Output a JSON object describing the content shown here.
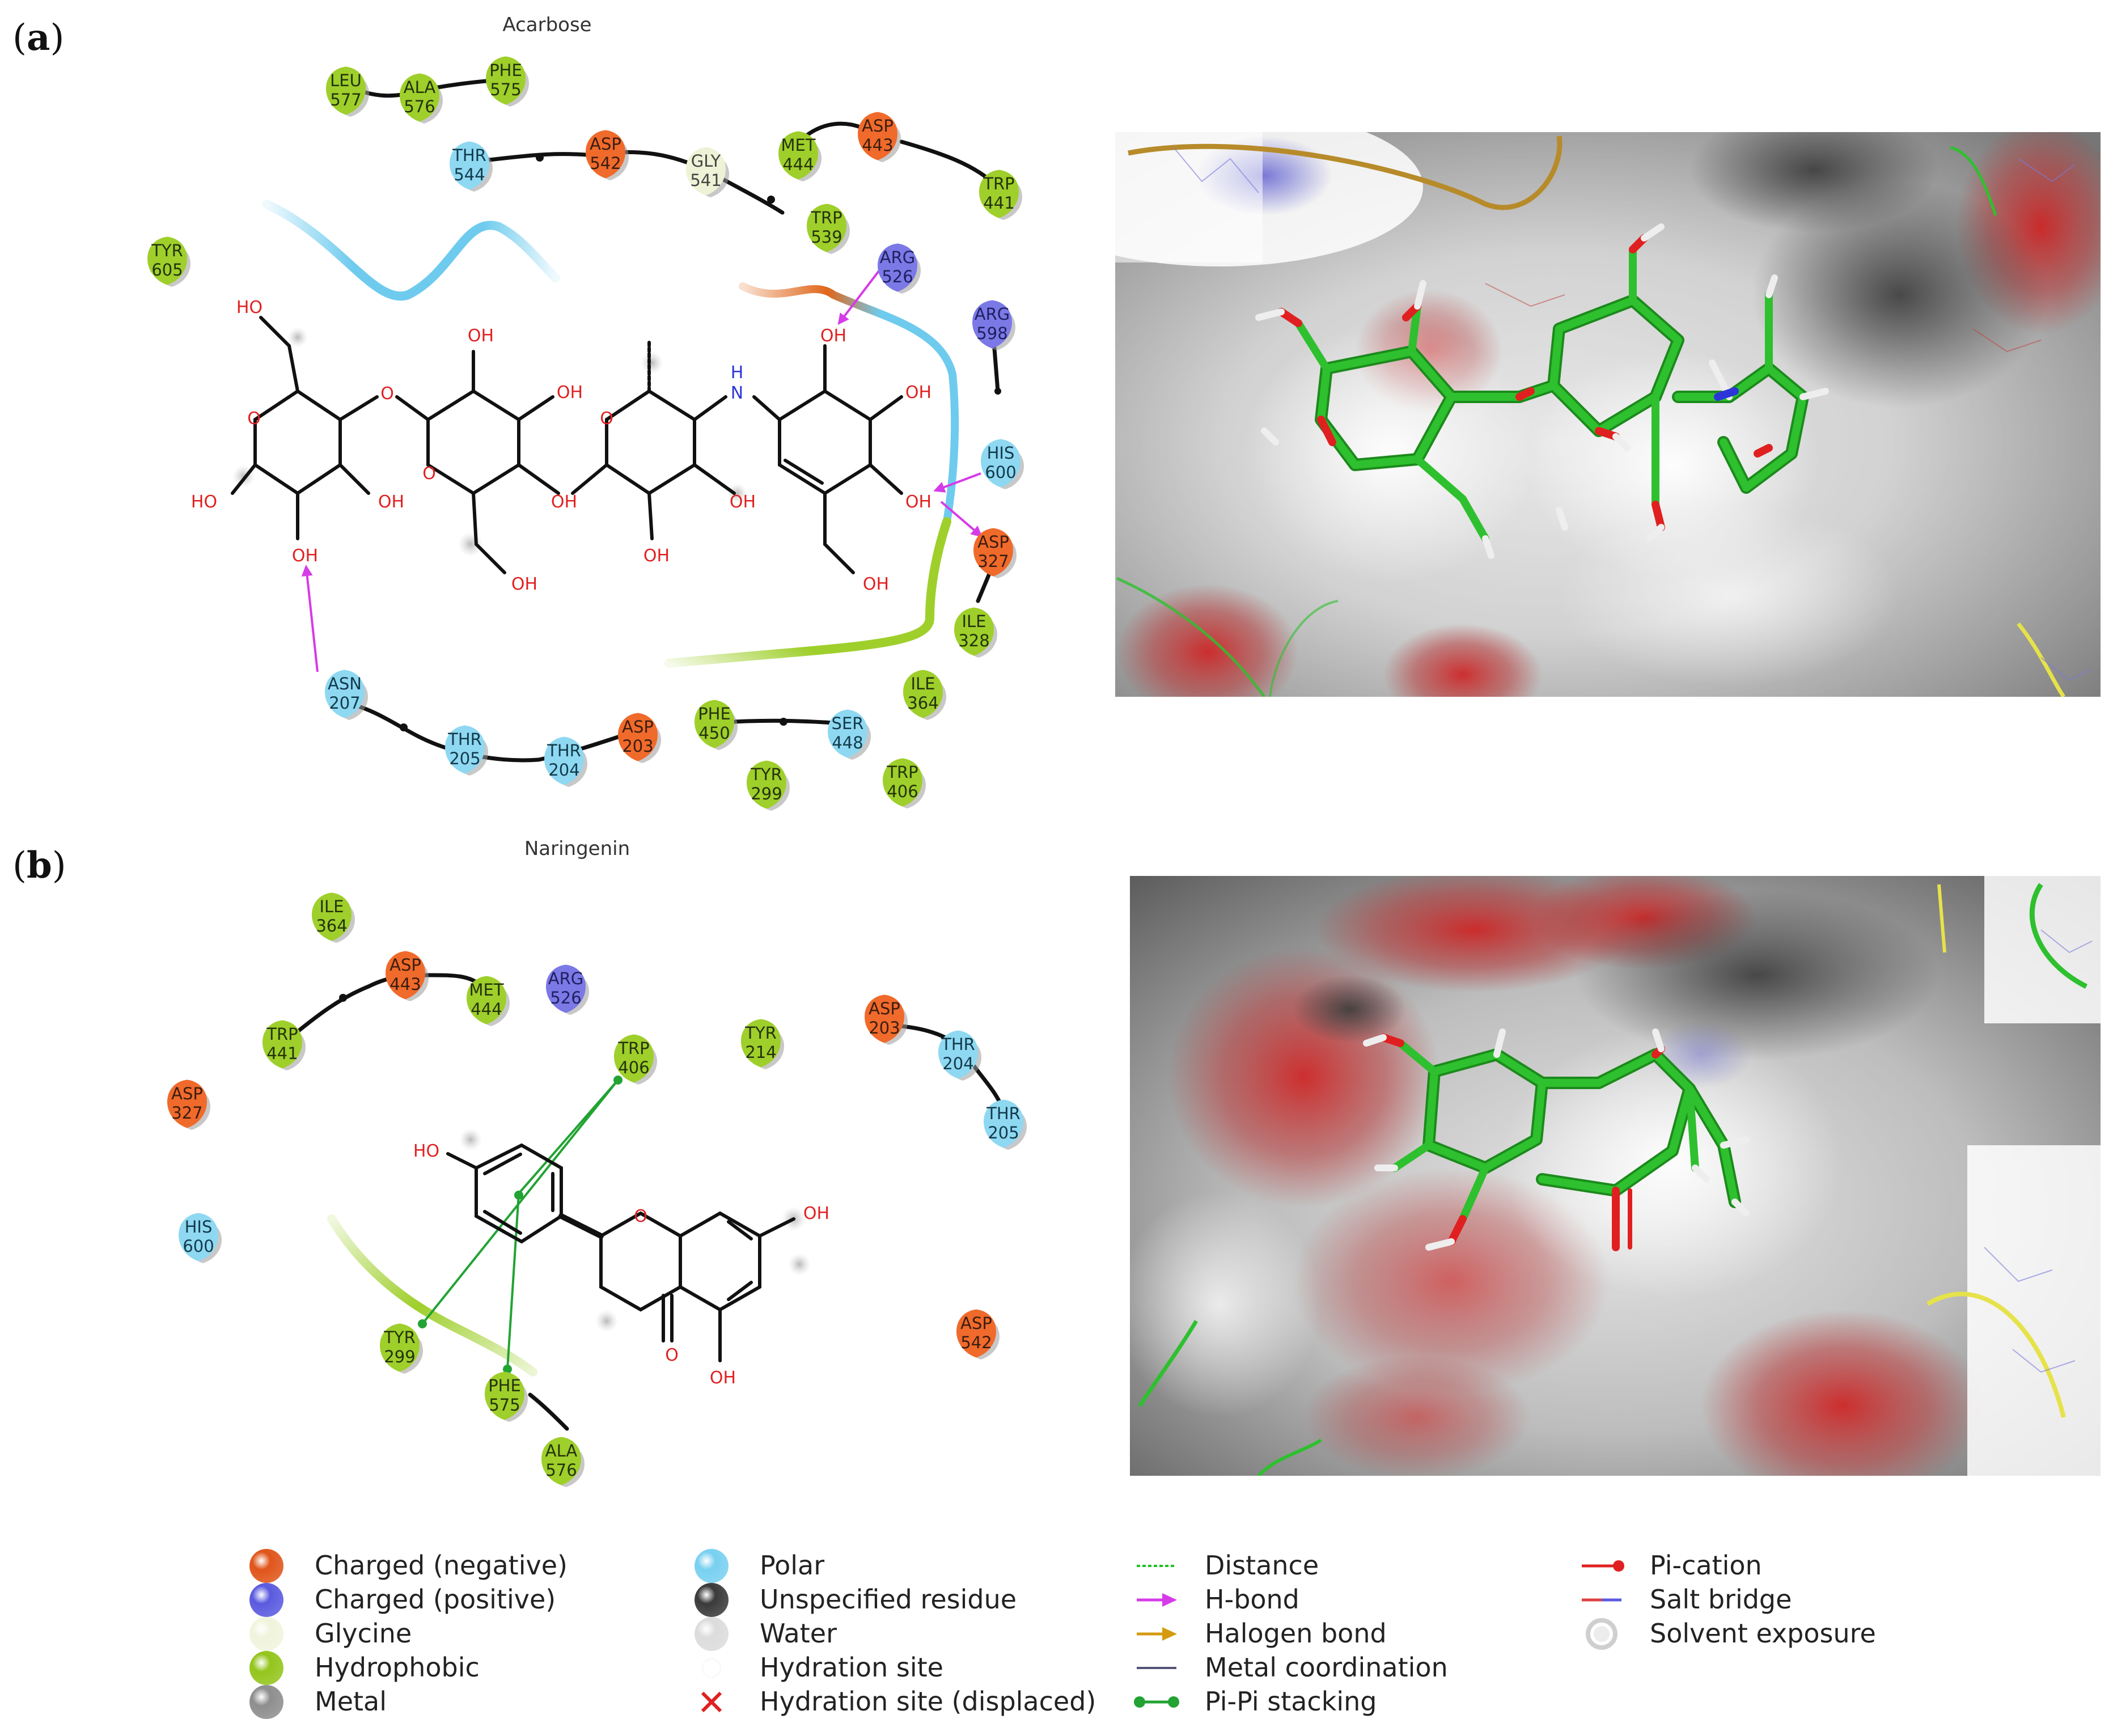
{
  "panels": [
    {
      "id": "a",
      "label": "(a)",
      "label_letter": "a",
      "ligand_name": "Acarbose",
      "residues": [
        {
          "id": "leu577",
          "name": "LEU",
          "num": "577",
          "type": "hydrophobic"
        },
        {
          "id": "ala576",
          "name": "ALA",
          "num": "576",
          "type": "hydrophobic"
        },
        {
          "id": "phe575",
          "name": "PHE",
          "num": "575",
          "type": "hydrophobic"
        },
        {
          "id": "thr544",
          "name": "THR",
          "num": "544",
          "type": "polar"
        },
        {
          "id": "asp542",
          "name": "ASP",
          "num": "542",
          "type": "negative"
        },
        {
          "id": "gly541",
          "name": "GLY",
          "num": "541",
          "type": "glycine"
        },
        {
          "id": "met444",
          "name": "MET",
          "num": "444",
          "type": "hydrophobic"
        },
        {
          "id": "asp443",
          "name": "ASP",
          "num": "443",
          "type": "negative"
        },
        {
          "id": "trp441",
          "name": "TRP",
          "num": "441",
          "type": "hydrophobic"
        },
        {
          "id": "trp539",
          "name": "TRP",
          "num": "539",
          "type": "hydrophobic"
        },
        {
          "id": "tyr605",
          "name": "TYR",
          "num": "605",
          "type": "hydrophobic"
        },
        {
          "id": "arg526",
          "name": "ARG",
          "num": "526",
          "type": "positive"
        },
        {
          "id": "arg598",
          "name": "ARG",
          "num": "598",
          "type": "positive"
        },
        {
          "id": "his600",
          "name": "HIS",
          "num": "600",
          "type": "polar"
        },
        {
          "id": "asp327",
          "name": "ASP",
          "num": "327",
          "type": "negative"
        },
        {
          "id": "ile328",
          "name": "ILE",
          "num": "328",
          "type": "hydrophobic"
        },
        {
          "id": "ile364",
          "name": "ILE",
          "num": "364",
          "type": "hydrophobic"
        },
        {
          "id": "asn207",
          "name": "ASN",
          "num": "207",
          "type": "polar"
        },
        {
          "id": "thr205",
          "name": "THR",
          "num": "205",
          "type": "polar"
        },
        {
          "id": "thr204",
          "name": "THR",
          "num": "204",
          "type": "polar"
        },
        {
          "id": "asp203",
          "name": "ASP",
          "num": "203",
          "type": "negative"
        },
        {
          "id": "phe450",
          "name": "PHE",
          "num": "450",
          "type": "hydrophobic"
        },
        {
          "id": "ser448",
          "name": "SER",
          "num": "448",
          "type": "polar"
        },
        {
          "id": "tyr299",
          "name": "TYR",
          "num": "299",
          "type": "hydrophobic"
        },
        {
          "id": "trp406",
          "name": "TRP",
          "num": "406",
          "type": "hydrophobic"
        }
      ],
      "atom_labels": [
        "HO",
        "OH",
        "O",
        "O",
        "O",
        "OH",
        "H",
        "N",
        "OH",
        "OH",
        "OH",
        "O",
        "OH",
        "OH",
        "OH",
        "OH",
        "OH",
        "O",
        "OH",
        "OH",
        "HO",
        "OH"
      ]
    },
    {
      "id": "b",
      "label": "(b)",
      "label_letter": "b",
      "ligand_name": "Naringenin",
      "residues": [
        {
          "id": "ile364",
          "name": "ILE",
          "num": "364",
          "type": "hydrophobic"
        },
        {
          "id": "asp443",
          "name": "ASP",
          "num": "443",
          "type": "negative"
        },
        {
          "id": "met444",
          "name": "MET",
          "num": "444",
          "type": "hydrophobic"
        },
        {
          "id": "arg526",
          "name": "ARG",
          "num": "526",
          "type": "positive"
        },
        {
          "id": "trp441",
          "name": "TRP",
          "num": "441",
          "type": "hydrophobic"
        },
        {
          "id": "trp406",
          "name": "TRP",
          "num": "406",
          "type": "hydrophobic"
        },
        {
          "id": "tyr214",
          "name": "TYR",
          "num": "214",
          "type": "hydrophobic"
        },
        {
          "id": "asp203",
          "name": "ASP",
          "num": "203",
          "type": "negative"
        },
        {
          "id": "thr204",
          "name": "THR",
          "num": "204",
          "type": "polar"
        },
        {
          "id": "thr205",
          "name": "THR",
          "num": "205",
          "type": "polar"
        },
        {
          "id": "asp327",
          "name": "ASP",
          "num": "327",
          "type": "negative"
        },
        {
          "id": "his600",
          "name": "HIS",
          "num": "600",
          "type": "polar"
        },
        {
          "id": "tyr299",
          "name": "TYR",
          "num": "299",
          "type": "hydrophobic"
        },
        {
          "id": "phe575",
          "name": "PHE",
          "num": "575",
          "type": "hydrophobic"
        },
        {
          "id": "ala576",
          "name": "ALA",
          "num": "576",
          "type": "hydrophobic"
        },
        {
          "id": "asp542",
          "name": "ASP",
          "num": "542",
          "type": "negative"
        }
      ],
      "atom_labels": [
        "HO",
        "O",
        "OH",
        "OH",
        "O"
      ]
    }
  ],
  "legend": {
    "columns": [
      [
        {
          "marker": "negative",
          "label": "Charged (negative)"
        },
        {
          "marker": "positive",
          "label": "Charged (positive)"
        },
        {
          "marker": "glycine",
          "label": "Glycine"
        },
        {
          "marker": "hydrophobic",
          "label": "Hydrophobic"
        },
        {
          "marker": "metal",
          "label": "Metal"
        }
      ],
      [
        {
          "marker": "polar",
          "label": "Polar"
        },
        {
          "marker": "unspecified",
          "label": "Unspecified residue"
        },
        {
          "marker": "water",
          "label": "Water"
        },
        {
          "marker": "hydration",
          "label": "Hydration site"
        },
        {
          "marker": "hydration-displaced",
          "label": "Hydration site (displaced)"
        }
      ],
      [
        {
          "marker": "distance",
          "label": "Distance"
        },
        {
          "marker": "hbond",
          "label": "H-bond"
        },
        {
          "marker": "halogen",
          "label": "Halogen bond"
        },
        {
          "marker": "metal-coord",
          "label": "Metal coordination"
        },
        {
          "marker": "pipi",
          "label": "Pi-Pi stacking"
        }
      ],
      [
        {
          "marker": "pication",
          "label": "Pi-cation"
        },
        {
          "marker": "saltbridge",
          "label": "Salt bridge"
        },
        {
          "marker": "solvent",
          "label": "Solvent exposure"
        }
      ]
    ]
  },
  "colors": {
    "negative": "#f06a2b",
    "positive": "#7b79e6",
    "glycine": "#eef2d6",
    "hydrophobic": "#9fcf2b",
    "polar": "#8fd8f2",
    "metal": "#a7a7a7",
    "unspecified": "#6e6e6e",
    "water": "#e8e8e8",
    "hbond": "#d63be8",
    "pipi": "#22a333",
    "carbon_3d": "#2ec02e",
    "oxygen": "#e02020",
    "nitrogen": "#2b35d8",
    "pocket_cyan": "#6ecbee",
    "pocket_orange": "#e0661a",
    "pocket_green": "#9fcf2b"
  }
}
